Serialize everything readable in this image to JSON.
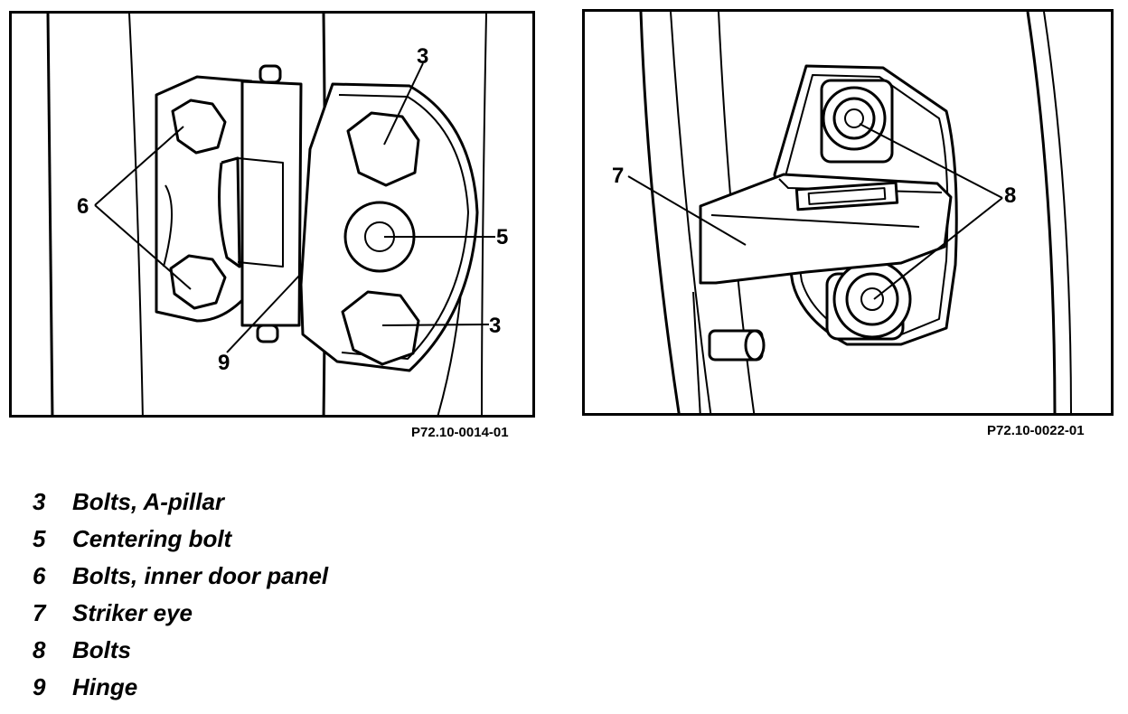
{
  "figures": [
    {
      "code": "P72.10-0014-01",
      "callouts": {
        "a": "3",
        "b": "5",
        "c": "6",
        "d": "3",
        "e": "9"
      }
    },
    {
      "code": "P72.10-0022-01",
      "callouts": {
        "a": "7",
        "b": "8"
      }
    }
  ],
  "legend": [
    {
      "num": "3",
      "text": "Bolts, A-pillar"
    },
    {
      "num": "5",
      "text": "Centering bolt"
    },
    {
      "num": "6",
      "text": "Bolts, inner door panel"
    },
    {
      "num": "7",
      "text": "Striker eye"
    },
    {
      "num": "8",
      "text": "Bolts"
    },
    {
      "num": "9",
      "text": "Hinge"
    }
  ]
}
